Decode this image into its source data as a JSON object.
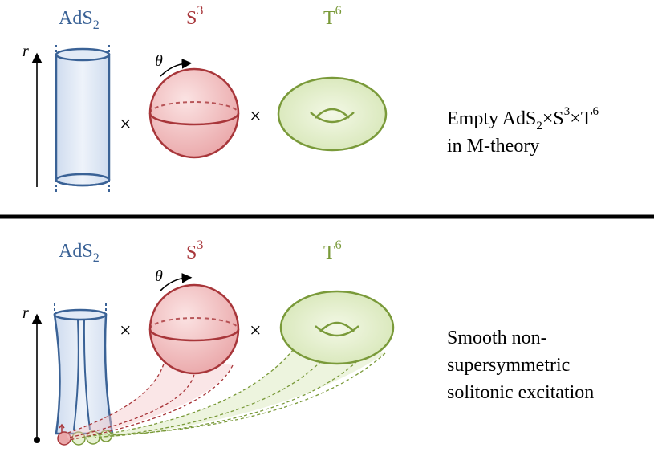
{
  "top_panel": {
    "ads_label": "AdS",
    "ads_sub": "2",
    "sphere_label": "S",
    "sphere_sup": "3",
    "torus_label": "T",
    "torus_sup": "6",
    "r_label": "r",
    "theta_label": "θ",
    "times_symbol": "×",
    "caption_line1_parts": [
      "Empty AdS",
      "2",
      "×S",
      "3",
      "×T",
      "6"
    ],
    "caption_line2": "in M-theory"
  },
  "bottom_panel": {
    "ads_label": "AdS",
    "ads_sub": "2",
    "sphere_label": "S",
    "sphere_sup": "3",
    "torus_label": "T",
    "torus_sup": "6",
    "r_label": "r",
    "theta_label": "θ",
    "times_symbol": "×",
    "caption_lines": [
      "Smooth non-",
      "supersymmetric",
      "solitonic excitation"
    ]
  },
  "colors": {
    "ads_blue": "#3a6296",
    "sphere_red": "#a8363a",
    "torus_green": "#7a9a3a",
    "divider": "#000000"
  }
}
